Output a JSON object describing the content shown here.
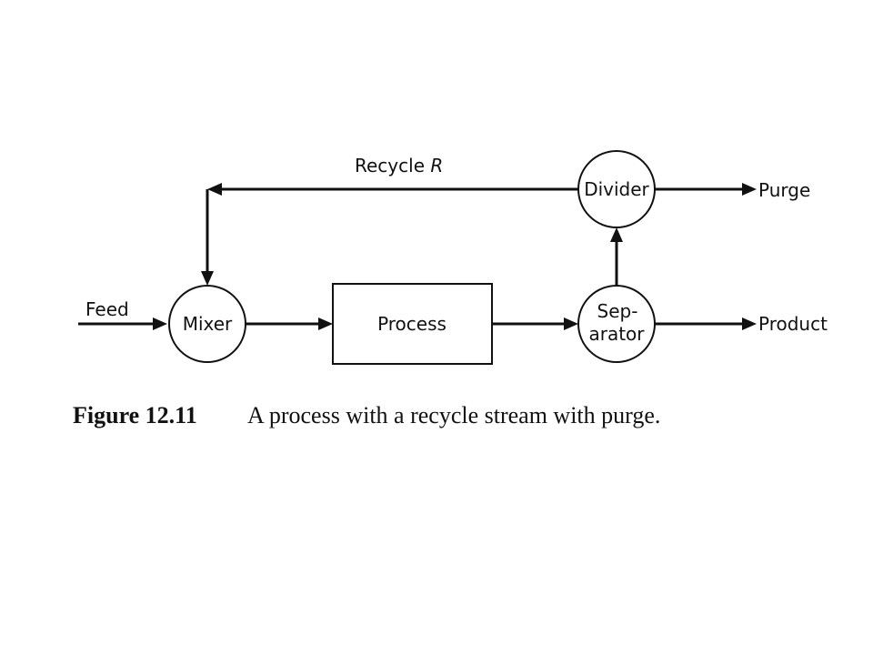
{
  "diagram": {
    "nodes": {
      "mixer": "Mixer",
      "process": "Process",
      "separator_line1": "Sep-",
      "separator_line2": "arator",
      "divider": "Divider"
    },
    "streams": {
      "feed": "Feed",
      "recycle": "Recycle",
      "recycle_symbol": "R",
      "purge": "Purge",
      "product": "Product"
    }
  },
  "caption": {
    "number": "Figure 12.11",
    "text": "A process with a recycle stream with purge."
  }
}
